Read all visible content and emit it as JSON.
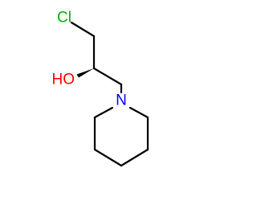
{
  "molecule": {
    "atoms": {
      "chlorine": {
        "symbol": "Cl",
        "color": "#00b000"
      },
      "hydroxyl": {
        "symbol": "HO",
        "color": "#ff0000"
      },
      "nitrogen": {
        "symbol": "N",
        "color": "#0000ff"
      }
    },
    "bond_color": "#000000",
    "stereocenter_wedge": "solid"
  }
}
